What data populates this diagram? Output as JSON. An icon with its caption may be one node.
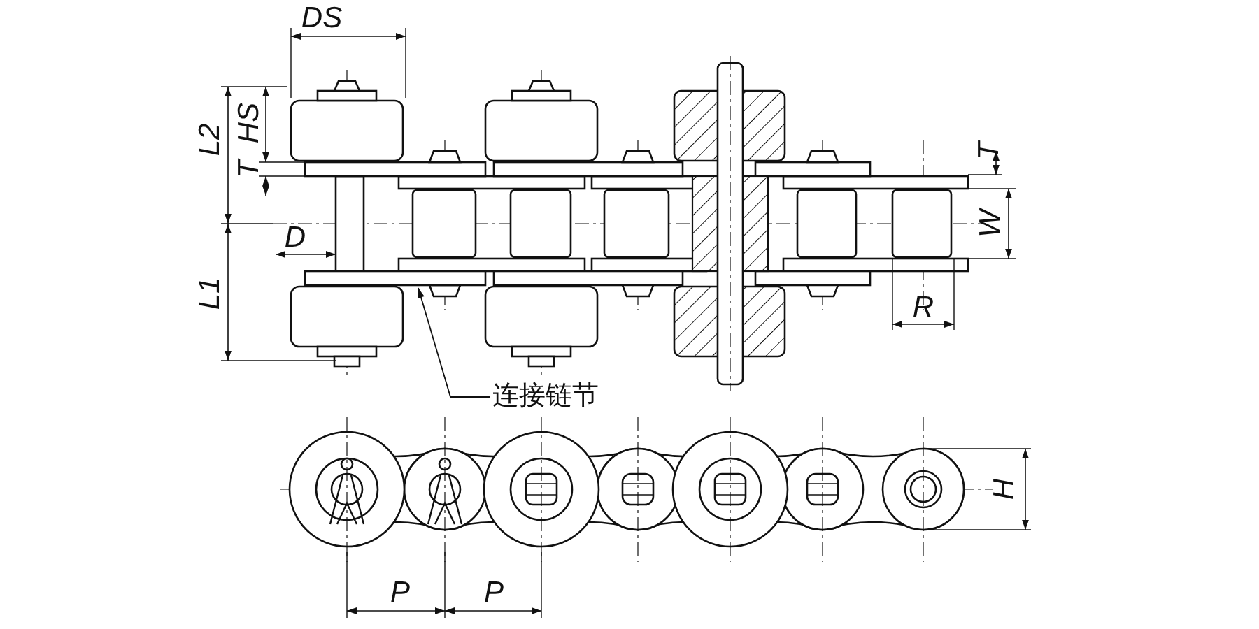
{
  "diagram": {
    "nodes": [
      {
        "text": [
          "连接链节"
        ]
      },
      {
        "text": [],
        "shape": "bar"
      }
    ],
    "edges": [
      {
        "from": 0,
        "to": 1,
        "arrow": "to"
      }
    ],
    "labels": [
      "DS",
      "L2",
      "HS",
      "T",
      "D",
      "L1",
      "T",
      "W",
      "R",
      "P",
      "P",
      "H"
    ]
  }
}
